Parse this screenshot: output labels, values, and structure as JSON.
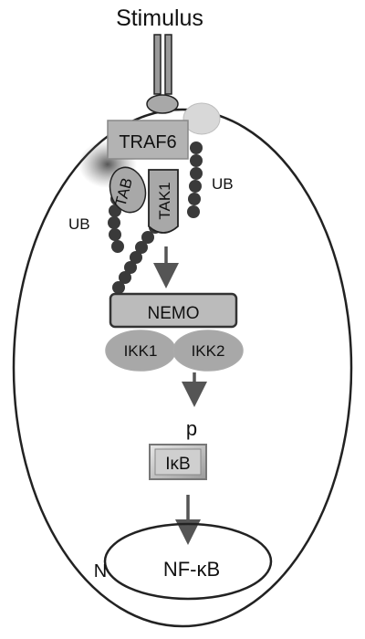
{
  "labels": {
    "stimulus": "Stimulus",
    "traf6": "TRAF6",
    "tab": "TAB",
    "tak1": "TAK1",
    "ub_right": "UB",
    "ub_left": "UB",
    "nemo": "NEMO",
    "ikk1": "IKK1",
    "ikk2": "IKK2",
    "phospho": "p",
    "ikb": "IκB",
    "nucleus": "N",
    "nfkb": "NF-κB"
  },
  "colors": {
    "outline": "#222222",
    "protein_fill": "#b3b3b3",
    "ubiquitin": "#3a3a3a",
    "arrow": "#555555",
    "background": "#ffffff"
  }
}
